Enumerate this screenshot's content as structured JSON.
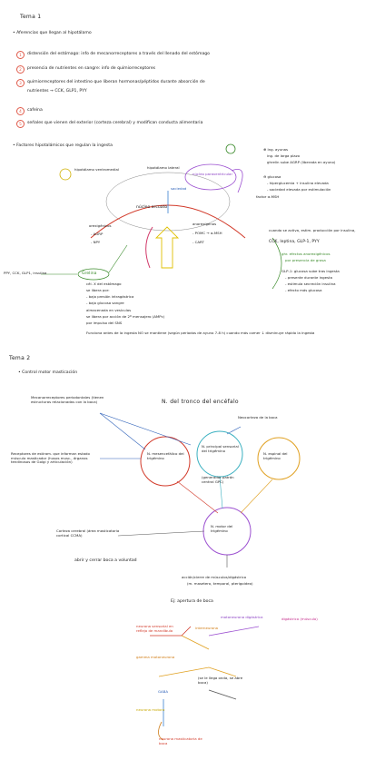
{
  "tema1": {
    "title": "Tema 1",
    "section1": "• Aferencias que llegan al hipotálamo",
    "items": [
      {
        "n": "1",
        "text": "distensión del estómago: info de mecanorreceptores a través del llenado del estómago"
      },
      {
        "n": "2",
        "text": "presencia de nutrientes en sangre: info de quimiorreceptores"
      },
      {
        "n": "3",
        "text": "quimiorreceptores del intestino que liberan hormonas/péptidos durante absorción de"
      },
      {
        "n": "",
        "text": "nutrientes → CCK, GLP1, PYY"
      },
      {
        "n": "4",
        "text": "cafeína"
      },
      {
        "n": "5",
        "text": "señales que vienen del exterior (corteza cerebral) y modifican conducta alimentaria"
      }
    ],
    "section2": "• Factores hipotalámicos que regulan la ingesta",
    "nuclei": {
      "ventromedial": "hipotálamo ventromedial",
      "lateral": "hipotálamo lateral",
      "paraventricular": "núcleo paraventricular",
      "arcuato": "núcleo arcuato",
      "saciedad": "saciedad"
    },
    "orexigenicos": [
      "orexigénicos",
      "- AGRP",
      "- NPY"
    ],
    "anorexigenicos": [
      "anorexígenos",
      "- POMC → α-MSH",
      "- CART"
    ],
    "factor": "factor α-MSH",
    "grelina": {
      "label": "Grelina",
      "lines": [
        "cél. X del estómago",
        "se libera por:",
        "- bajo presión intragástrica",
        "- bajo glucosa sangre",
        "almacenada en vesículas",
        "se libera por acción de 2º mensajero (AMPc)",
        "por impulso del SNS"
      ]
    },
    "ghrelin_side": "PPY, CCK, GLP1, insulina",
    "ayuno": "Funciona antes de la ingesta NO se mantiene (según periodos de ayuno 7-8 h) cuando más comer ↓ disminuye rápido la ingesta",
    "right_notes": [
      "⊕ Ing. ayunas",
      "ing. de larga plazo",
      "ghrelin sube AGRP (liberada en ayuno)",
      "⊖ glucosa",
      "- hiperglucemia + insulina elevada",
      "- saciedad elevada por estimulación",
      "cuando se activa, estim. producción por insulina,",
      "CCK, leptina, GLP-1, PYY",
      "ghr. efectos anorexigénicos",
      "por presencia de grasa",
      "GLP-1: glucosa sube tras ingesta",
      "- presente durante ingesta",
      "- estimula secreción insulina",
      "- efecto más glucosa"
    ]
  },
  "tema2": {
    "title": "Tema 2",
    "section": "• Control motor masticación",
    "center_title": "N. del tronco del encéfalo",
    "labels": {
      "periodontal": "Mecanorreceptores periodontales (tienen estructuras relacionadas con la boca)",
      "husos": "Receptores de estiram. que informan estado músculo masticador (husos musc., órganos tendinosos de Golgi y articulación)",
      "neocorteza": "Neocorteza de la boca",
      "mesencefalico": "N. mesencefálico del trigémino",
      "principal": "N. principal sensorial del trigémino",
      "espinal": "N. espinal del trigémino",
      "motor": "N. motor del trigémino",
      "gpc": "(generador patrón central GPC)",
      "corteza": "Corteza cerebral (área masticatoria cortical CCMA)",
      "abrir": "abrir y cerrar boca a voluntad",
      "accion": "acción/cierre de músculos/digástrico",
      "accion2": "(m. masetero, temporal, pterigoideo)",
      "ej": "Ej: apertura de boca"
    },
    "neurons": {
      "red_label": "neurona sensorial en reflejo de mandíbula",
      "orange_label": "interneurona",
      "magenta_label": "gamma motoneurona",
      "gaba": "GABA",
      "motor_label": "neurona motora",
      "bottom_label": "neurona masticatoria de boca",
      "purple_a": "motoneurona digástrica",
      "purple_b": "digástrico (músculo)",
      "note": "(se le llega onda, se abre boca)"
    }
  }
}
